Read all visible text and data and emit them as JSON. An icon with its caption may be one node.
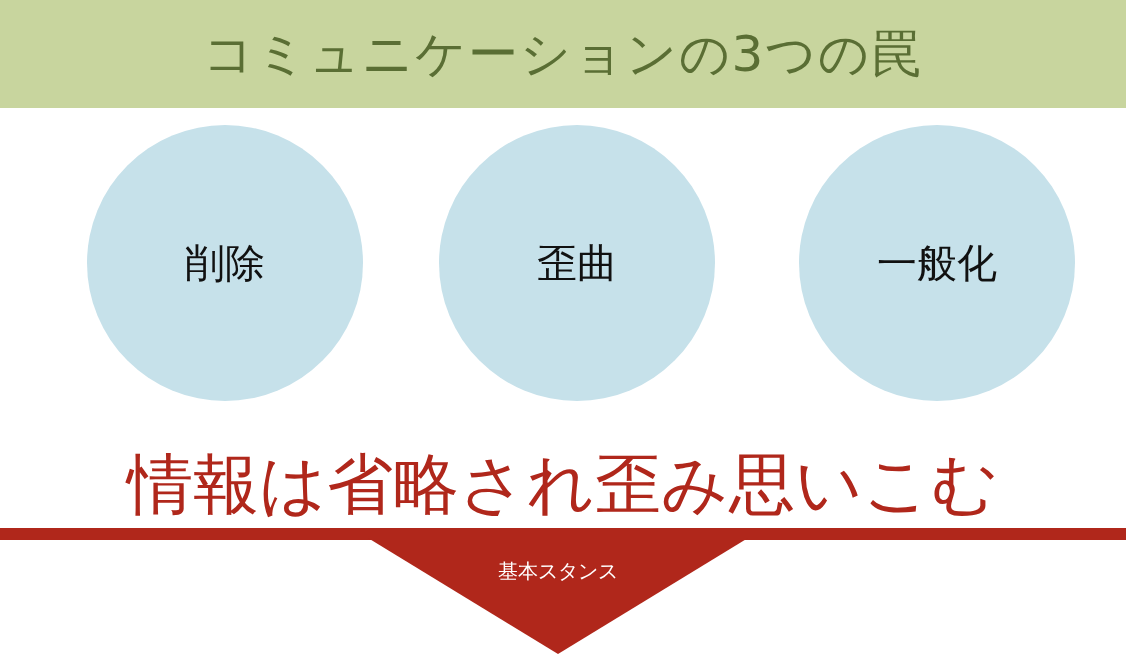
{
  "diagram": {
    "title": "コミュニケーションの3つの罠",
    "nodes": [
      {
        "text": [
          "削除"
        ]
      },
      {
        "text": [
          "歪曲"
        ]
      },
      {
        "text": [
          "一般化"
        ]
      },
      {
        "text": [
          "基本スタンス"
        ]
      }
    ],
    "labels": [
      "情報は省略され歪み思いこむ"
    ]
  }
}
